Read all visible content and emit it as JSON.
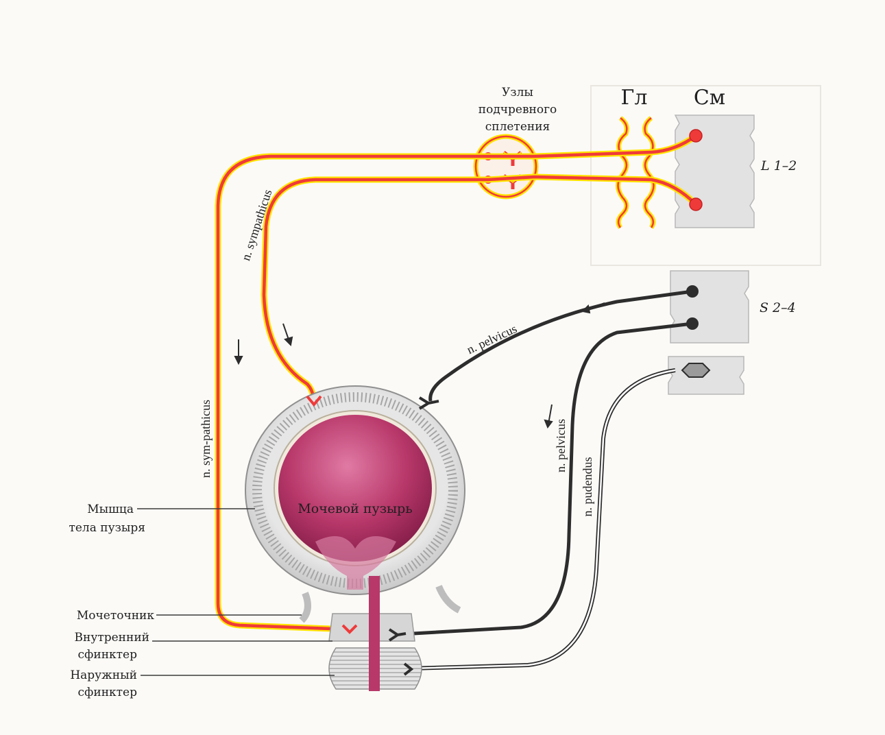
{
  "labels": {
    "plexus_nodes": [
      "Узлы",
      "подчревного",
      "сплетения"
    ],
    "ganglia": "Гл",
    "spinal_cord": "См",
    "segment_lumbar": "L 1–2",
    "segment_sacral": "S 2–4",
    "bladder": "Мочевой пузырь",
    "muscle": [
      "Мышца",
      "тела пузыря"
    ],
    "ureter": "Мочеточник",
    "internal_sphincter": [
      "Внутренний",
      "сфинктер"
    ],
    "external_sphincter": [
      "Наружный",
      "сфинктер"
    ]
  },
  "nerves": {
    "sympathicus_outer": "n. sym-pathicus",
    "sympathicus_inner": "n. sympathicus",
    "pelvicus_upper": "n. pelvicus",
    "pelvicus_lower": "n. pelvicus",
    "pudendus": "n. pudendus"
  },
  "colors": {
    "sympathetic_outer": "#ef3a3a",
    "sympathetic_inner": "#ffe300",
    "parasympathetic": "#2d2d2d",
    "bladder_lumen": "#b8386a",
    "bladder_wall": "#d9d9d9",
    "cord_segment": "#e2e2e2"
  }
}
